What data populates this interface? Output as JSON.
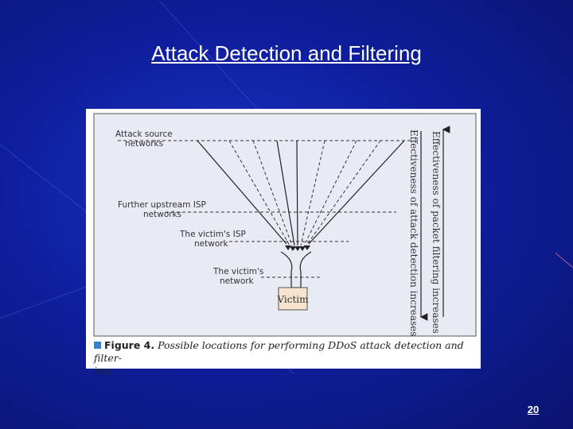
{
  "slide": {
    "title": "Attack Detection and Filtering",
    "number": "20"
  },
  "figure": {
    "labels": {
      "attack_source": [
        "Attack source",
        "networks"
      ],
      "upstream_isp": [
        "Further upstream ISP",
        "networks"
      ],
      "victim_isp": [
        "The victim's ISP",
        "network"
      ],
      "victim_network": [
        "The victim's",
        "network"
      ],
      "victim": "Victim",
      "filtering_arrow": "Effectiveness of packet filtering increases",
      "detection_arrow": "Effectiveness of attack detection increases"
    },
    "caption": {
      "label": "Figure 4.",
      "line1": "Possible locations for performing DDoS attack detection and filter-",
      "line2": "ing."
    }
  }
}
